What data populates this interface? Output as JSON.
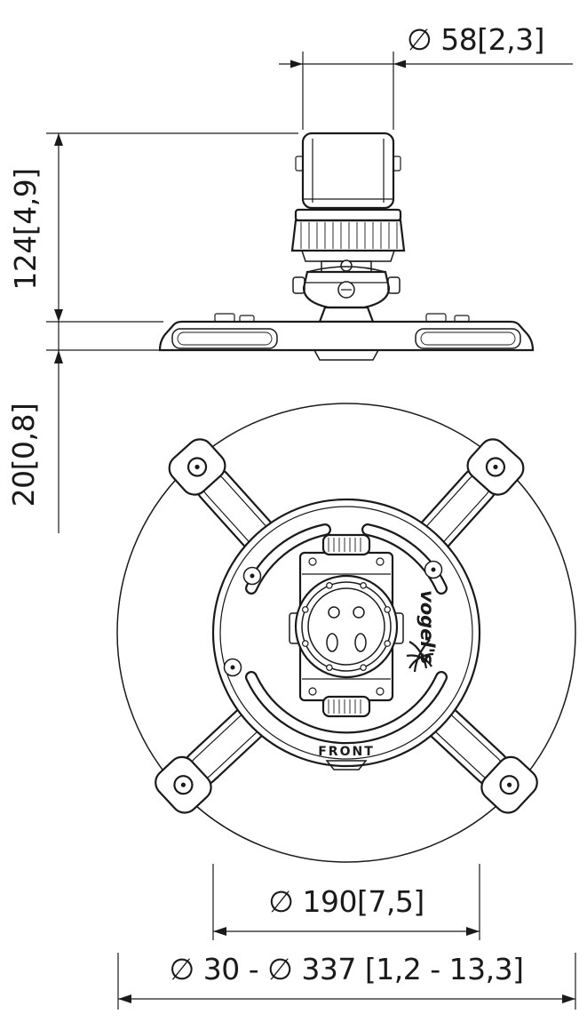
{
  "dimensions": {
    "top_width": "∅ 58[2,3]",
    "height_upper": "124[4,9]",
    "height_lower": "20[0,8]",
    "plate_diameter": "∅ 190[7,5]",
    "swivel_range": "∅ 30 - ∅ 337 [1,2 - 13,3]"
  },
  "labels": {
    "front": "FRONT",
    "brand": "vogel's"
  },
  "colors": {
    "line": "#1a1a1a",
    "background": "#ffffff"
  }
}
